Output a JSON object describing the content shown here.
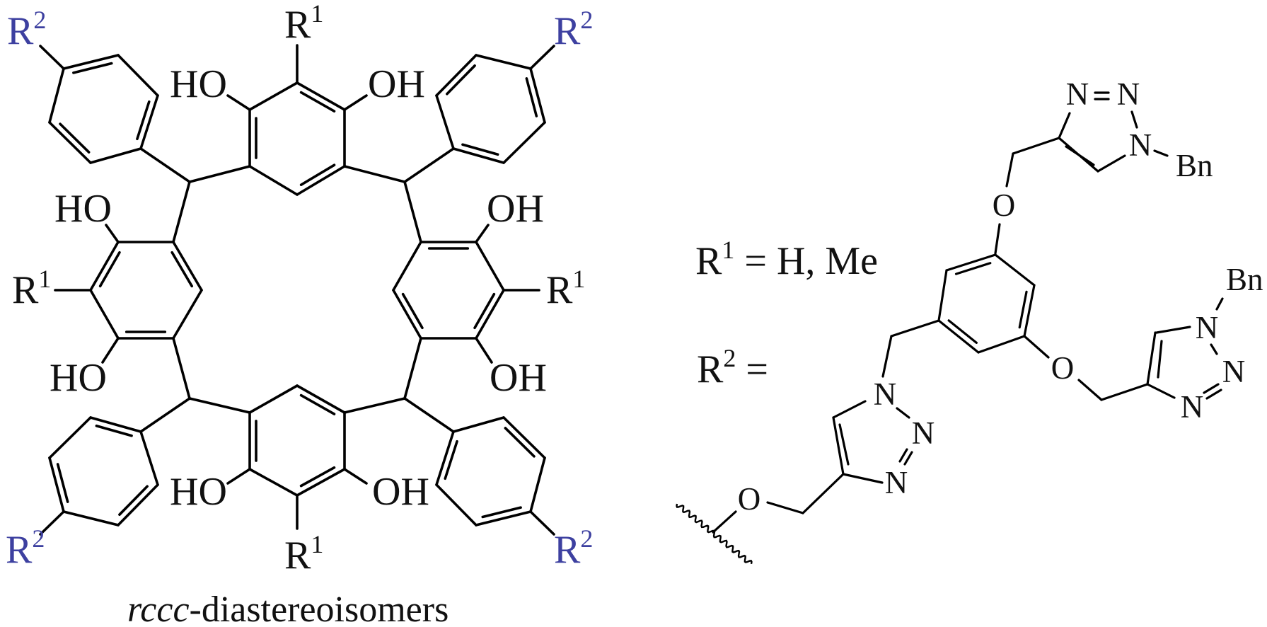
{
  "left_structure": {
    "r1_label": {
      "base": "R",
      "sup": "1"
    },
    "r2_label": {
      "base": "R",
      "sup": "2"
    },
    "hydroxyl_left": "HO",
    "hydroxyl_right": "OH",
    "caption": {
      "italic": "rccc",
      "rest": "-diastereoisomers"
    }
  },
  "legend": {
    "r1_definition": {
      "base": "R",
      "sup": "1",
      "rest": " = H, Me"
    },
    "r2_definition": {
      "base": "R",
      "sup": "2",
      "rest": " ="
    }
  },
  "substituent": {
    "nitrogen": "N",
    "oxygen": "O",
    "benzyl": "Bn"
  },
  "colors": {
    "r2_label": "#3d40a0",
    "bond": "#000000"
  }
}
